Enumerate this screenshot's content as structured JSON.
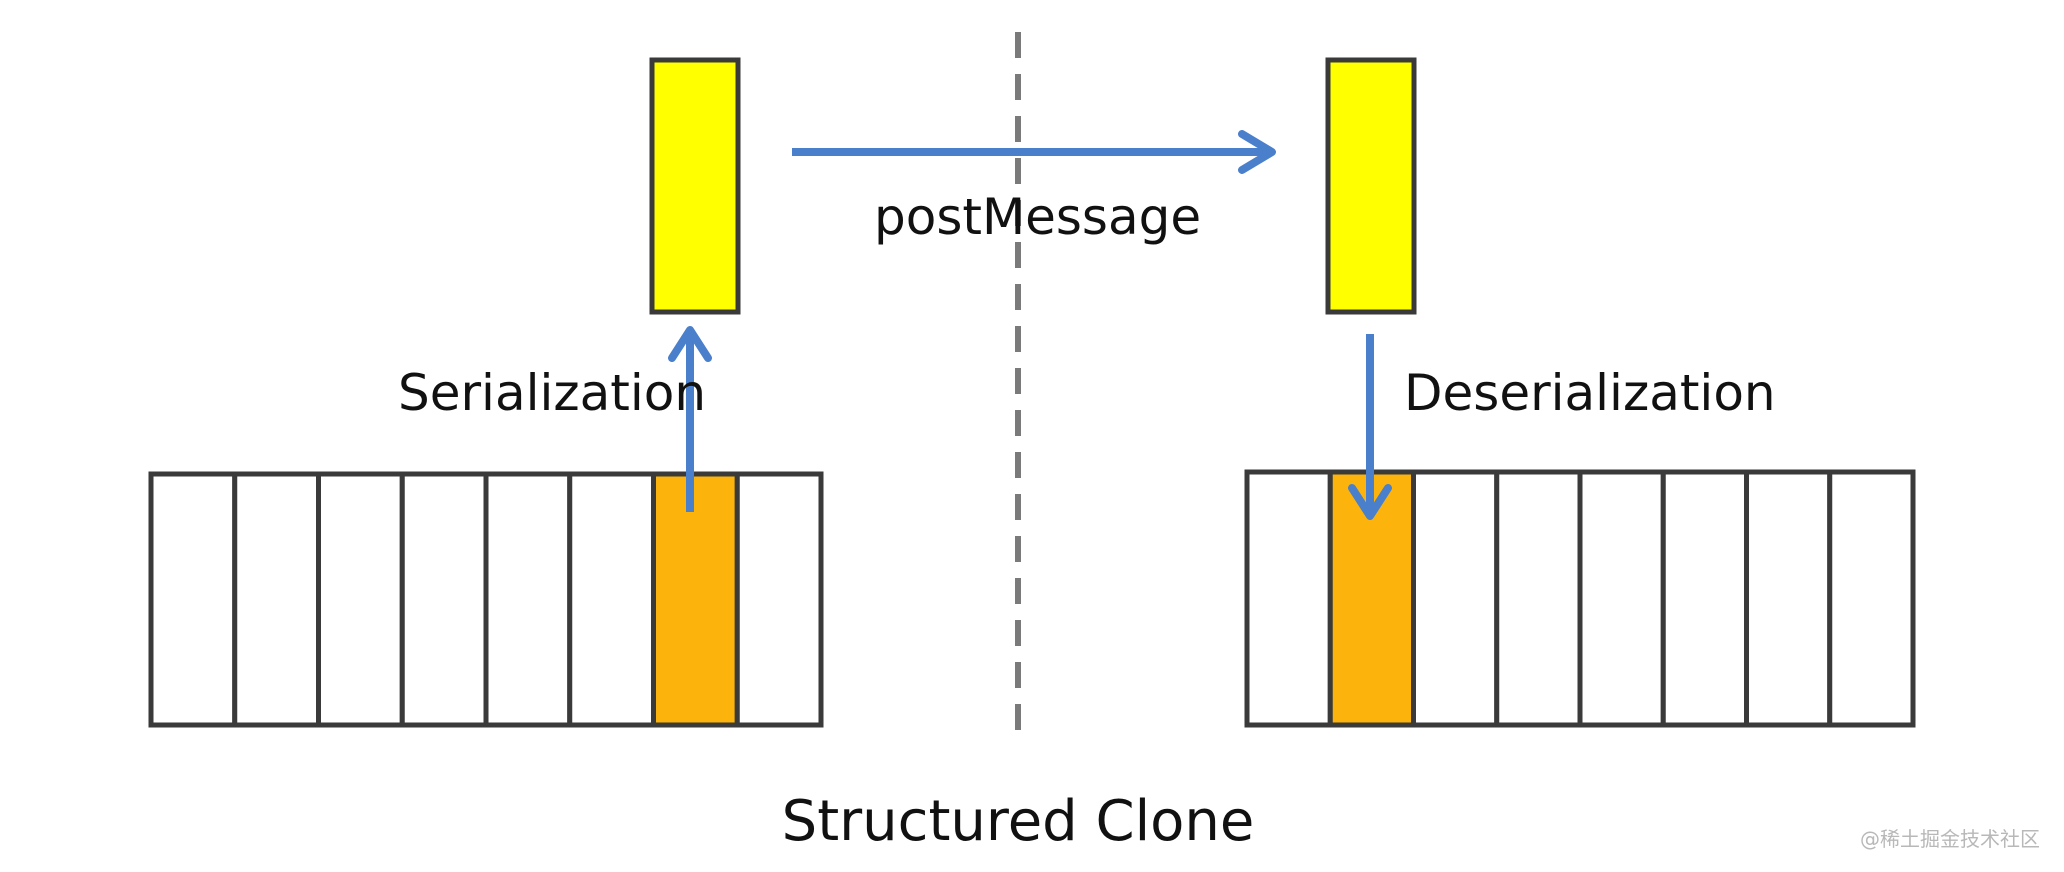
{
  "labels": {
    "serialization": "Serialization",
    "post_message": "postMessage",
    "deserialization": "Deserialization",
    "title": "Structured Clone",
    "watermark": "@稀土掘金技术社区"
  },
  "left_buffer": {
    "cells": 8,
    "highlighted_index": 6
  },
  "right_buffer": {
    "cells": 8,
    "highlighted_index": 1
  },
  "colors": {
    "arrow": "#4a7fcb",
    "packet": "#ffff00",
    "highlight": "#fcb40c",
    "stroke": "#3a3a3a",
    "divider": "#7a7a7a"
  }
}
